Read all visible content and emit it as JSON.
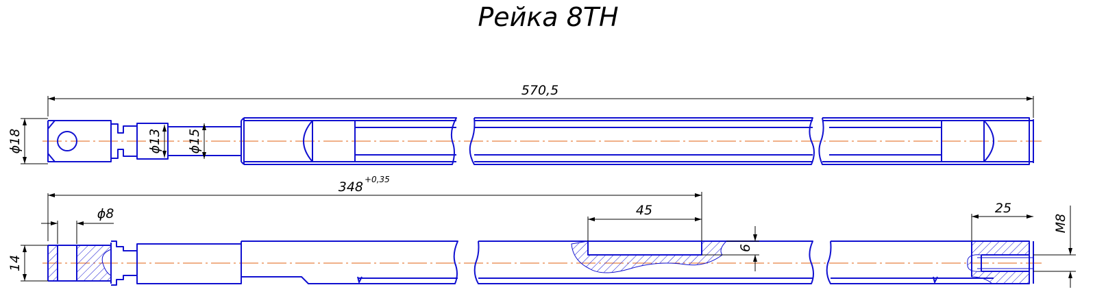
{
  "title": "Рейка 8TH",
  "dimensions": {
    "overall_length": "570,5",
    "diameter_head": "ϕ18",
    "diameter_neck": "ϕ13",
    "diameter_shaft": "ϕ15",
    "length_to_slot": "348",
    "length_tolerance": "+0,35",
    "hole_diameter": "ϕ8",
    "thickness": "14",
    "slot_length": "45",
    "slot_depth": "6",
    "thread_depth": "25",
    "thread": "M8"
  },
  "colors": {
    "part_outline": "#1010d0",
    "center_line": "#e06010",
    "dimension": "#000000"
  }
}
